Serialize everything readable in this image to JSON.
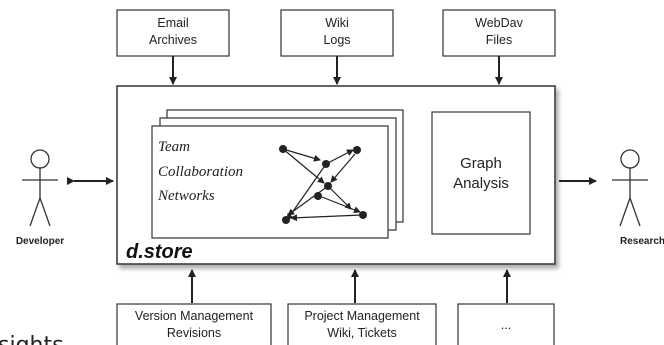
{
  "sources_top": [
    {
      "line1": "Email",
      "line2": "Archives"
    },
    {
      "line1": "Wiki",
      "line2": "Logs"
    },
    {
      "line1": "WebDav",
      "line2": "Files"
    }
  ],
  "sources_bottom": [
    {
      "line1": "Version Management",
      "line2": "Revisions"
    },
    {
      "line1": "Project Management",
      "line2": "Wiki, Tickets"
    },
    {
      "line1": "...",
      "line2": ""
    }
  ],
  "networks": {
    "line1": "Team",
    "line2": "Collaboration",
    "line3": "Networks"
  },
  "analysis": {
    "line1": "Graph",
    "line2": "Analysis"
  },
  "store_label": "d.store",
  "actors": {
    "left": "Developer",
    "right": "Researcher"
  },
  "cut_text": "sights"
}
